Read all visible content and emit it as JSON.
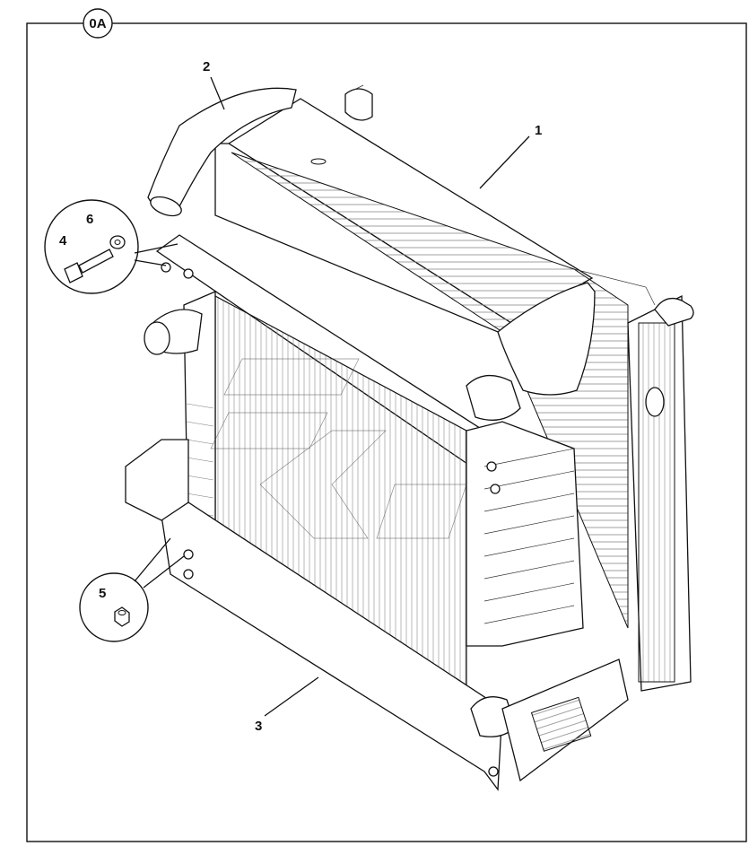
{
  "frame": {
    "tag": "0A"
  },
  "callouts": [
    {
      "id": "1",
      "text": "1"
    },
    {
      "id": "2",
      "text": "2"
    },
    {
      "id": "3",
      "text": "3"
    },
    {
      "id": "4",
      "text": "4"
    },
    {
      "id": "5",
      "text": "5"
    },
    {
      "id": "6",
      "text": "6"
    }
  ]
}
